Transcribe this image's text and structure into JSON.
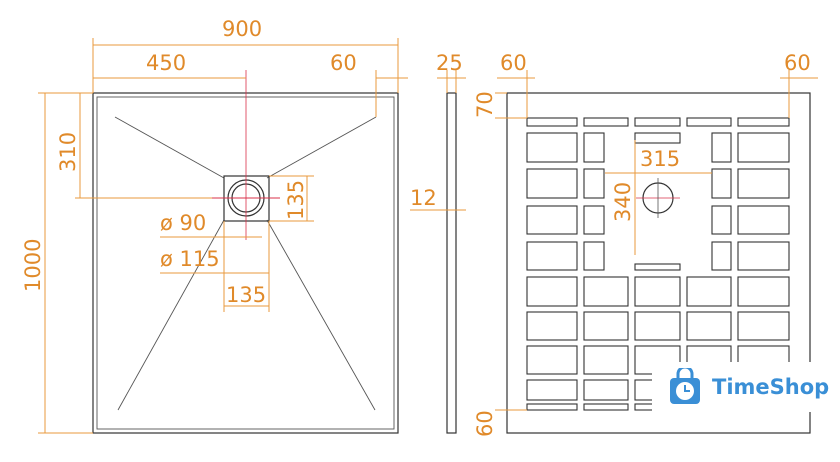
{
  "top_view": {
    "width": "900",
    "half_width": "450",
    "edge_offset": "60",
    "depth": "1000",
    "drain_offset": "310",
    "drain_box": "135",
    "drain_box_width": "135",
    "diameter_inner": "ø 90",
    "diameter_outer": "ø 115"
  },
  "side_view": {
    "thickness": "25",
    "edge_height": "12"
  },
  "bottom_view": {
    "left_offset": "60",
    "right_offset": "60",
    "top_offset": "70",
    "bottom_offset": "60",
    "cutout_width": "315",
    "cutout_height": "340"
  },
  "watermark": {
    "brand": "TimeShop",
    "color": "#3a8fd6"
  },
  "colors": {
    "dimension": "#e89a3c",
    "outline": "#333333",
    "centerline": "#d9304a"
  }
}
